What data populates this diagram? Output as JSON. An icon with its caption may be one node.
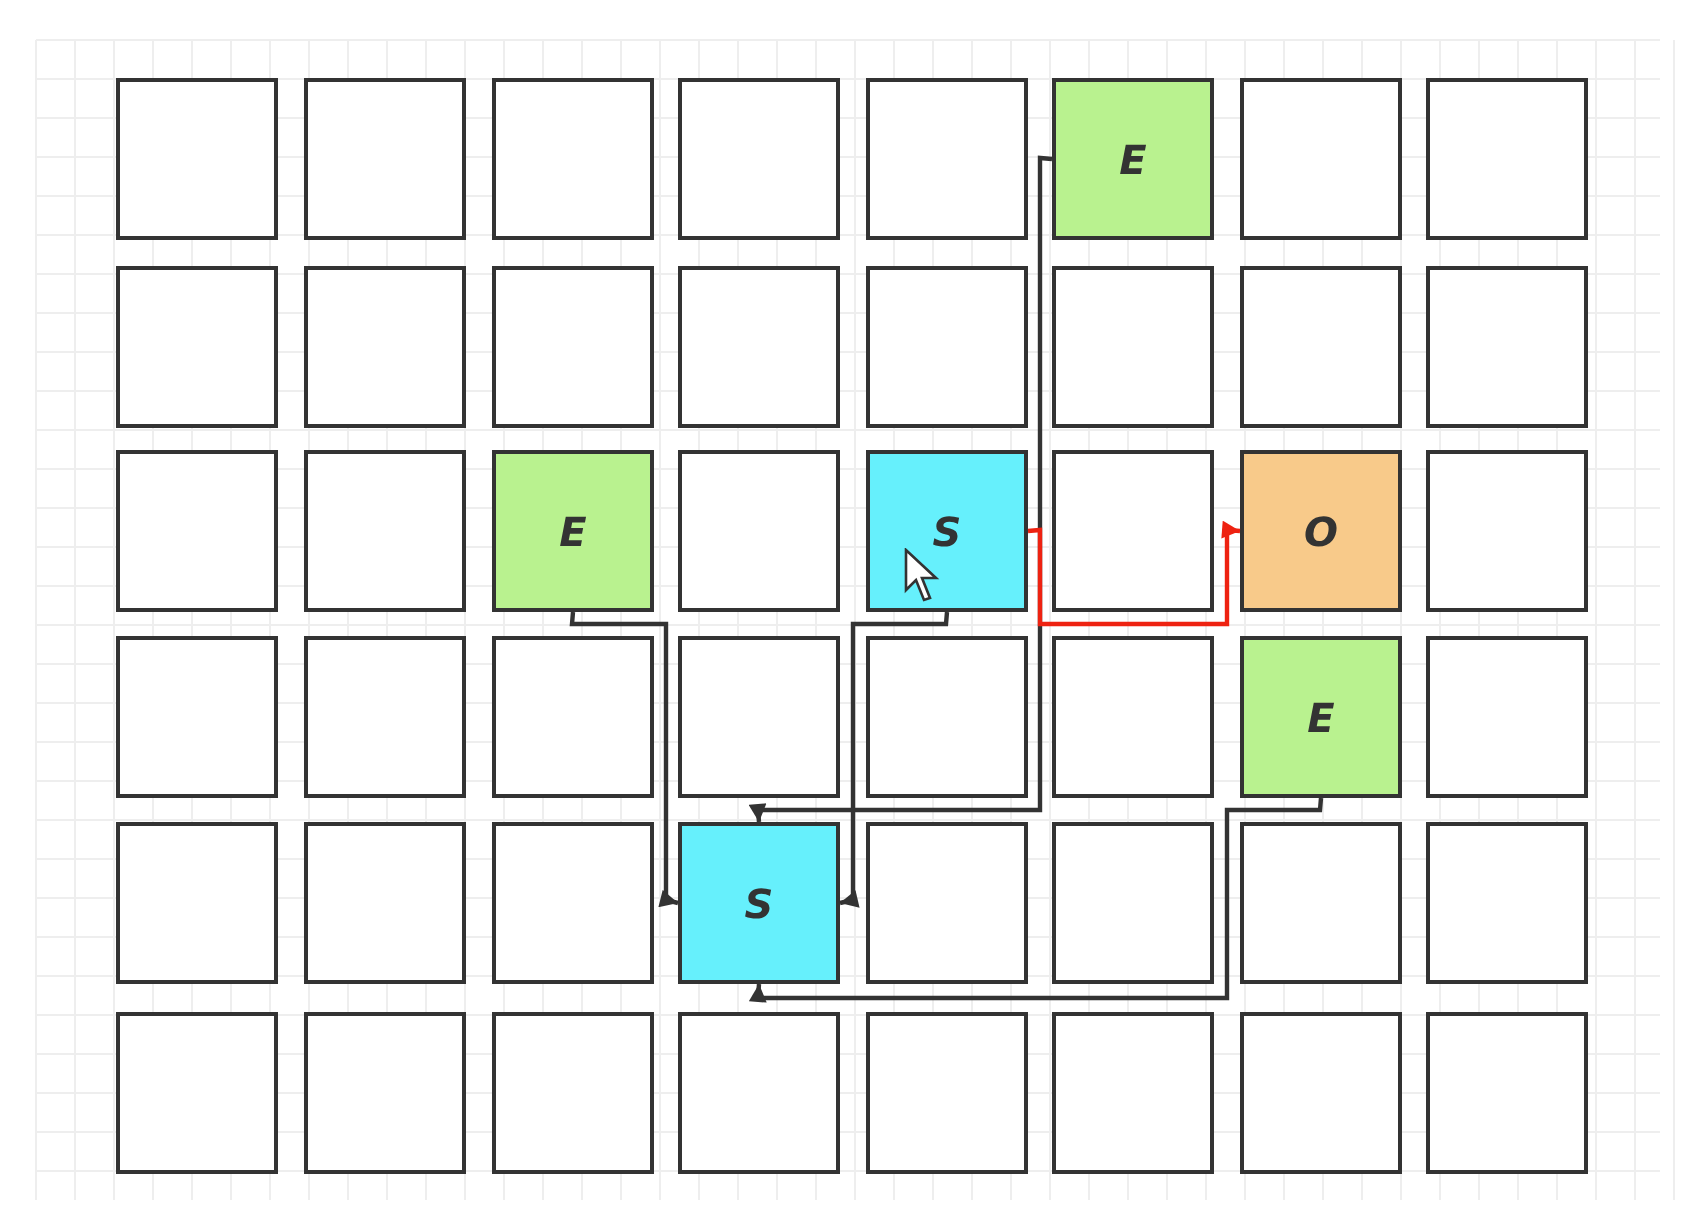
{
  "diagram": {
    "nodes": [
      {
        "text": [],
        "shape": "box"
      },
      {
        "text": [],
        "shape": "box"
      },
      {
        "text": [],
        "shape": "box"
      },
      {
        "text": [],
        "shape": "box"
      },
      {
        "text": [],
        "shape": "box"
      },
      {
        "text": [
          "E"
        ]
      },
      {
        "text": [],
        "shape": "box"
      },
      {
        "text": [],
        "shape": "box"
      },
      {
        "text": [],
        "shape": "box"
      },
      {
        "text": [],
        "shape": "box"
      },
      {
        "text": [],
        "shape": "box"
      },
      {
        "text": [],
        "shape": "box"
      },
      {
        "text": [],
        "shape": "box"
      },
      {
        "text": [],
        "shape": "box"
      },
      {
        "text": [],
        "shape": "box"
      },
      {
        "text": [],
        "shape": "box"
      },
      {
        "text": [],
        "shape": "box"
      },
      {
        "text": [],
        "shape": "box"
      },
      {
        "text": [
          "E"
        ]
      },
      {
        "text": [],
        "shape": "box"
      },
      {
        "text": [
          "S"
        ]
      },
      {
        "text": [],
        "shape": "box"
      },
      {
        "text": [
          "O"
        ]
      },
      {
        "text": [],
        "shape": "box"
      },
      {
        "text": [],
        "shape": "box"
      },
      {
        "text": [],
        "shape": "box"
      },
      {
        "text": [],
        "shape": "box"
      },
      {
        "text": [],
        "shape": "box"
      },
      {
        "text": [],
        "shape": "box"
      },
      {
        "text": [],
        "shape": "box"
      },
      {
        "text": [
          "E"
        ]
      },
      {
        "text": [],
        "shape": "box"
      },
      {
        "text": [],
        "shape": "box"
      },
      {
        "text": [],
        "shape": "box"
      },
      {
        "text": [],
        "shape": "box"
      },
      {
        "text": [
          "S"
        ]
      },
      {
        "text": [],
        "shape": "box"
      },
      {
        "text": [],
        "shape": "box"
      },
      {
        "text": [],
        "shape": "box"
      },
      {
        "text": [],
        "shape": "box"
      },
      {
        "text": [],
        "shape": "box"
      },
      {
        "text": [],
        "shape": "box"
      },
      {
        "text": [],
        "shape": "box"
      },
      {
        "text": [],
        "shape": "box"
      },
      {
        "text": [],
        "shape": "box"
      },
      {
        "text": [],
        "shape": "box"
      },
      {
        "text": [],
        "shape": "box"
      },
      {
        "text": [],
        "shape": "box"
      }
    ],
    "edges": [
      {
        "from": 5,
        "to": 35,
        "arrow": "to"
      },
      {
        "from": 20,
        "to": 22,
        "arrow": "to",
        "color": "#ee2211"
      },
      {
        "from": 18,
        "to": 35,
        "arrow": "to"
      },
      {
        "from": 20,
        "to": 35,
        "arrow": "to"
      },
      {
        "from": 30,
        "to": 35,
        "arrow": "to"
      }
    ]
  }
}
